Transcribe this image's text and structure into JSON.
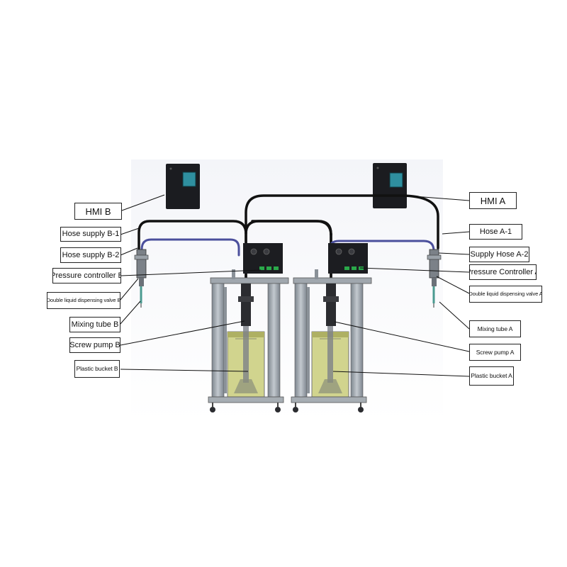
{
  "labels_left": {
    "hmi_b": "HMI B",
    "hose_supply_b1": "Hose supply B-1",
    "hose_supply_b2": "Hose supply B-2",
    "pressure_controller_b": "Pressure controller B",
    "dispensing_valve_b": "Double liquid dispensing valve B",
    "mixing_tube_b": "Mixing tube B",
    "screw_pump_b": "Screw pump B",
    "plastic_bucket_b": "Plastic bucket B"
  },
  "labels_right": {
    "hmi_a": "HMI A",
    "hose_a1": "Hose A-1",
    "supply_hose_a2": "Supply Hose A-2",
    "pressure_controller_a": "Pressure Controller A",
    "dispensing_valve_a": "Double liquid dispensing valve A",
    "mixing_tube_a": "Mixing tube A",
    "screw_pump_a": "Screw pump A",
    "plastic_bucket_a": "Plastic bucket A"
  },
  "colors": {
    "frame": "#9aa3ab",
    "black_hose": "#111111",
    "blue_hose": "#4b4f9c",
    "screen": "#2f8f9f",
    "bucket_fill": "#c9cc7a",
    "controller_led": "#2aa84a"
  }
}
